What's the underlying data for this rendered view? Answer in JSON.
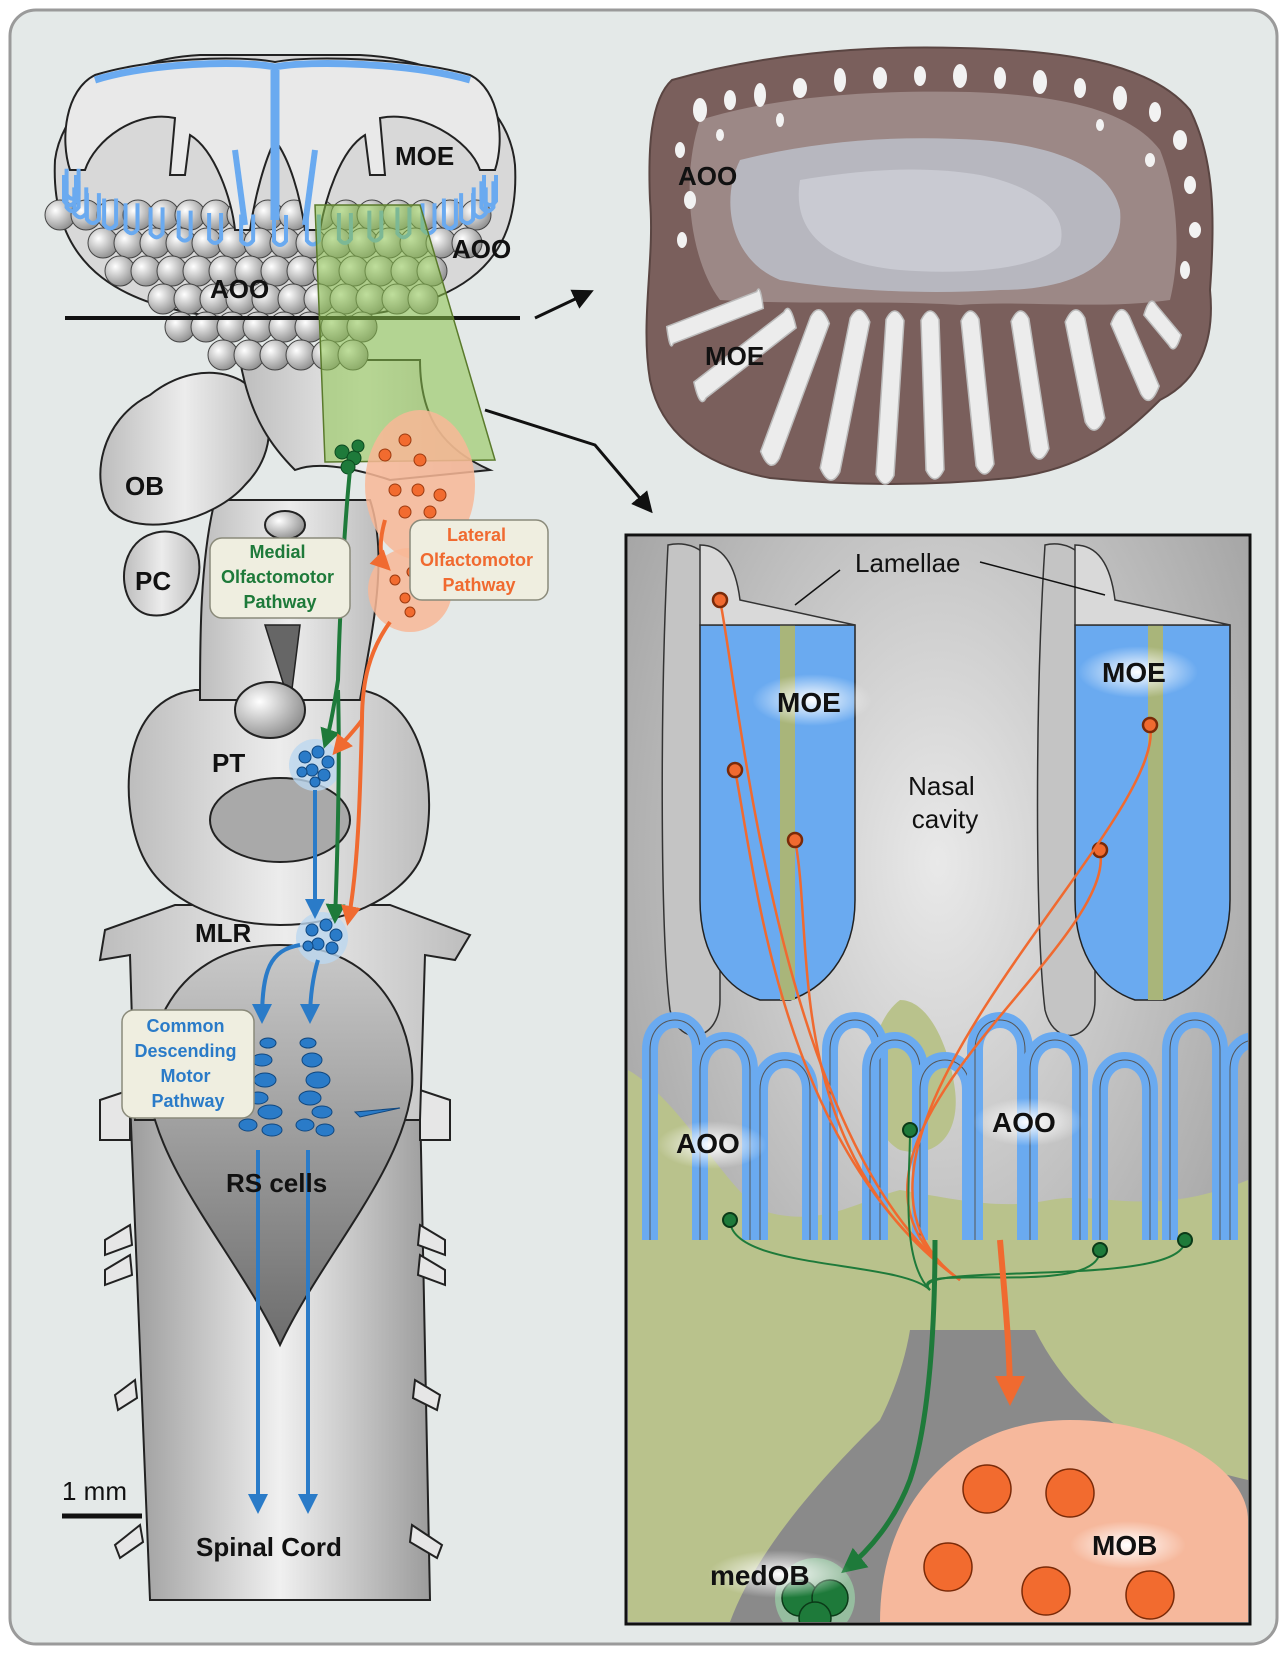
{
  "colors": {
    "background": "#e4e9e8",
    "frame": "#9a9a9a",
    "tissue_gray": "#d4d4d4",
    "epithelium_blue": "#6aaaf0",
    "medial_green": "#1e7a3a",
    "lateral_orange": "#f06a30",
    "descending_blue": "#2a7bc8",
    "accessory_green": "#b9c28c",
    "mob_salmon": "#f6b89c",
    "section_brown": "#7a5f5c"
  },
  "brain": {
    "moe": "MOE",
    "aoo_right": "AOO",
    "aoo_left": "AOO",
    "ob": "OB",
    "pc": "PC",
    "pt": "PT",
    "mlr": "MLR",
    "rs_cells": "RS cells",
    "spinal_cord": "Spinal Cord",
    "scale_bar": "1 mm"
  },
  "pathways": {
    "medial": [
      "Medial",
      "Olfactomotor",
      "Pathway"
    ],
    "lateral": [
      "Lateral",
      "Olfactomotor",
      "Pathway"
    ],
    "common": [
      "Common",
      "Descending",
      "Motor",
      "Pathway"
    ]
  },
  "section": {
    "aoo": "AOO",
    "moe": "MOE"
  },
  "detail": {
    "lamellae": "Lamellae",
    "moe_left": "MOE",
    "moe_right": "MOE",
    "nasal_cavity": [
      "Nasal",
      "cavity"
    ],
    "aoo_left": "AOO",
    "aoo_right": "AOO",
    "medob": "medOB",
    "mob": "MOB"
  }
}
